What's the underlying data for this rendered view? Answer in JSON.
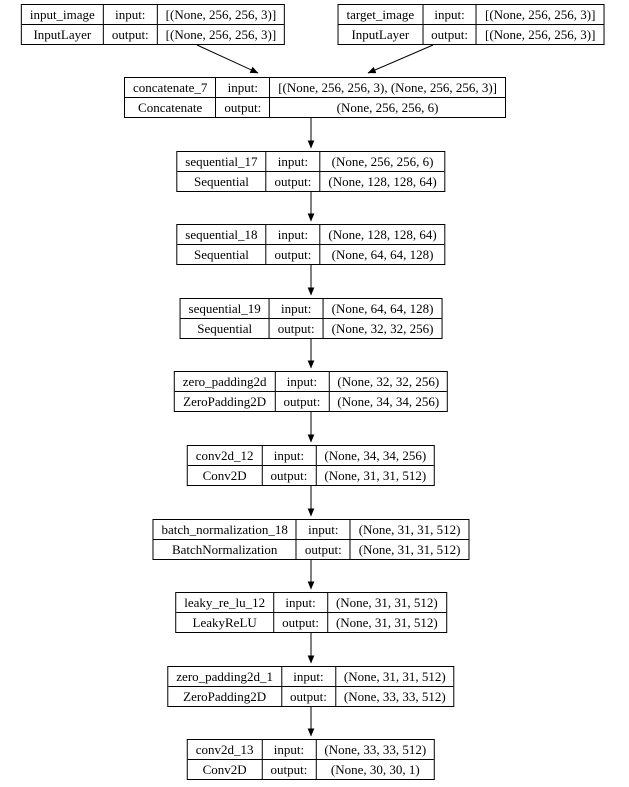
{
  "labels": {
    "input": "input:",
    "output": "output:"
  },
  "colors": {
    "node_border": "#000000",
    "node_background": "#ffffff",
    "edge": "#000000",
    "text": "#000000"
  },
  "nodes": [
    {
      "name": "input_image",
      "type": "InputLayer",
      "input": "[(None, 256, 256, 3)]",
      "output": "[(None, 256, 256, 3)]"
    },
    {
      "name": "target_image",
      "type": "InputLayer",
      "input": "[(None, 256, 256, 3)]",
      "output": "[(None, 256, 256, 3)]"
    },
    {
      "name": "concatenate_7",
      "type": "Concatenate",
      "input": "[(None, 256, 256, 3), (None, 256, 256, 3)]",
      "output": "(None, 256, 256, 6)"
    },
    {
      "name": "sequential_17",
      "type": "Sequential",
      "input": "(None, 256, 256, 6)",
      "output": "(None, 128, 128, 64)"
    },
    {
      "name": "sequential_18",
      "type": "Sequential",
      "input": "(None, 128, 128, 64)",
      "output": "(None, 64, 64, 128)"
    },
    {
      "name": "sequential_19",
      "type": "Sequential",
      "input": "(None, 64, 64, 128)",
      "output": "(None, 32, 32, 256)"
    },
    {
      "name": "zero_padding2d",
      "type": "ZeroPadding2D",
      "input": "(None, 32, 32, 256)",
      "output": "(None, 34, 34, 256)"
    },
    {
      "name": "conv2d_12",
      "type": "Conv2D",
      "input": "(None, 34, 34, 256)",
      "output": "(None, 31, 31, 512)"
    },
    {
      "name": "batch_normalization_18",
      "type": "BatchNormalization",
      "input": "(None, 31, 31, 512)",
      "output": "(None, 31, 31, 512)"
    },
    {
      "name": "leaky_re_lu_12",
      "type": "LeakyReLU",
      "input": "(None, 31, 31, 512)",
      "output": "(None, 31, 31, 512)"
    },
    {
      "name": "zero_padding2d_1",
      "type": "ZeroPadding2D",
      "input": "(None, 31, 31, 512)",
      "output": "(None, 33, 33, 512)"
    },
    {
      "name": "conv2d_13",
      "type": "Conv2D",
      "input": "(None, 33, 33, 512)",
      "output": "(None, 30, 30, 1)"
    }
  ],
  "edges": [
    {
      "from": "input_image",
      "to": "concatenate_7"
    },
    {
      "from": "target_image",
      "to": "concatenate_7"
    },
    {
      "from": "concatenate_7",
      "to": "sequential_17"
    },
    {
      "from": "sequential_17",
      "to": "sequential_18"
    },
    {
      "from": "sequential_18",
      "to": "sequential_19"
    },
    {
      "from": "sequential_19",
      "to": "zero_padding2d"
    },
    {
      "from": "zero_padding2d",
      "to": "conv2d_12"
    },
    {
      "from": "conv2d_12",
      "to": "batch_normalization_18"
    },
    {
      "from": "batch_normalization_18",
      "to": "leaky_re_lu_12"
    },
    {
      "from": "leaky_re_lu_12",
      "to": "zero_padding2d_1"
    },
    {
      "from": "zero_padding2d_1",
      "to": "conv2d_13"
    }
  ]
}
